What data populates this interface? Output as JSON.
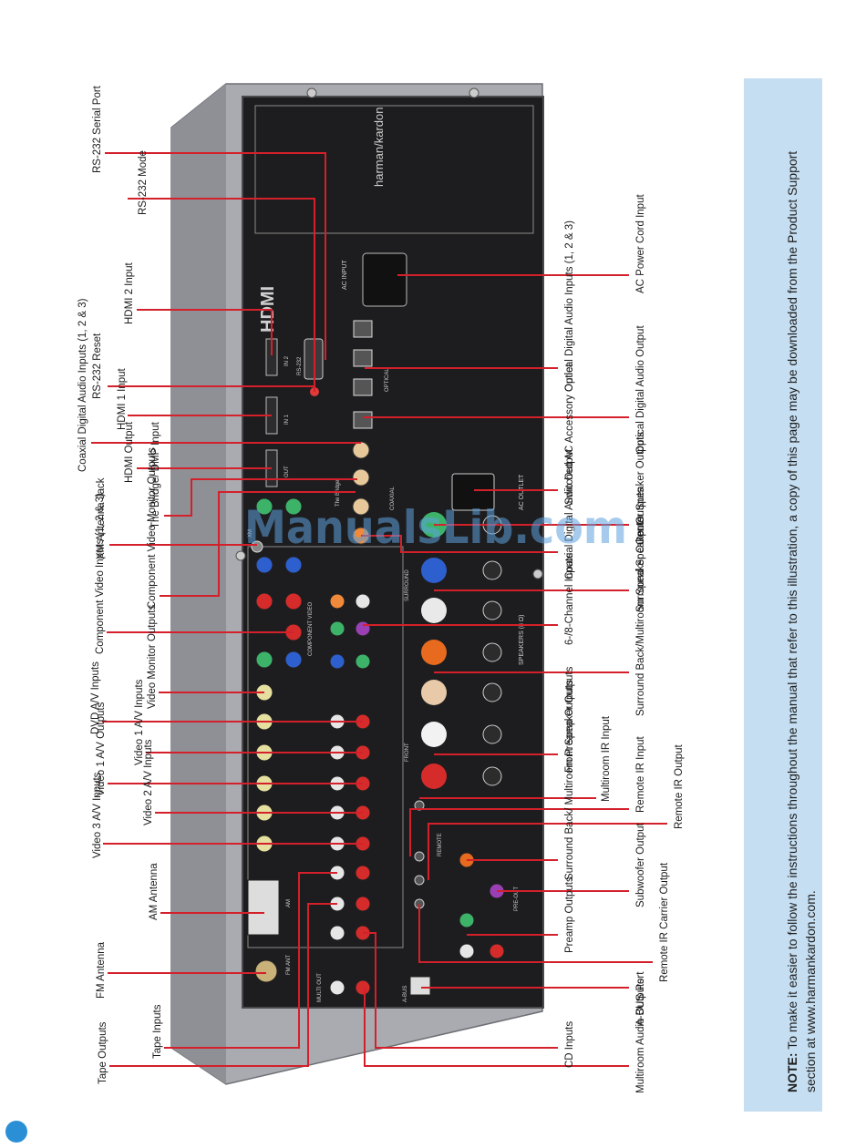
{
  "brand": {
    "name": "harman/kardon",
    "hdmi_logo": "HDMI"
  },
  "panel_markings": {
    "ac_outlet": "AC OUTLET",
    "speakers": "SPEAKERS (8 Ω)",
    "surround": "SURROUND",
    "front": "FRONT",
    "optical": "OPTICAL",
    "coaxial": "COAXIAL",
    "the_bridge": "The Bridge",
    "component_video": "COMPONENT VIDEO",
    "fm_ant": "FM ANT",
    "am": "AM",
    "a_bus": "A-BUS",
    "multi_out": "MULTI OUT",
    "rs232": "RS-232",
    "hdmi_in2": "IN 2",
    "hdmi_in1": "IN 1",
    "hdmi_out": "OUT",
    "ac_input": "AC INPUT",
    "remote": "REMOTE",
    "pre_out": "PRE-OUT",
    "xm": "XM"
  },
  "callouts": {
    "rs232_serial_port": "RS-232 Serial Port",
    "rs232_mode": "RS-232 Mode",
    "hdmi2_input": "HDMI 2 Input",
    "rs232_reset": "RS-232 Reset",
    "coaxial_digital_audio_inputs": "Coaxial Digital Audio Inputs (1, 2 & 3)",
    "hdmi1_input": "HDMI 1 Input",
    "hdmi_output": "HDMI Output",
    "bridge_dmp_input": "The Bridge/ DMP Input",
    "xm_antenna_jack": "XM Antenna Jack",
    "component_video_monitor_outputs": "Component Video Monitor Outputs",
    "component_video_inputs": "Component Video Inputs (1, 2 & 3)",
    "video_monitor_outputs": "Video Monitor Outputs",
    "dvd_av_inputs": "DVD A/V Inputs",
    "video1_av_inputs": "Video 1 A/V Inputs",
    "video1_av_outputs": "Video 1 A/V Outputs",
    "video2_av_inputs": "Video 2 A/V Inputs",
    "video3_av_inputs": "Video 3 A/V Inputs",
    "am_antenna": "AM Antenna",
    "fm_antenna": "FM Antenna",
    "tape_inputs": "Tape Inputs",
    "tape_outputs": "Tape Outputs",
    "ac_power_cord_input": "AC Power Cord Input",
    "optical_digital_audio_inputs": "Optical Digital Audio Inputs (1, 2 & 3)",
    "optical_digital_audio_output": "Optical Digital Audio Output",
    "switched_ac_accessory_outlet": "Switched AC Accessory Outlet",
    "center_speaker_outputs": "Center Speaker Outputs",
    "coaxial_digital_audio_output": "Coaxial Digital Audio Output",
    "surround_speaker_outputs": "Surround Speaker Outputs",
    "six_eight_channel_inputs": "6-/8-Channel Inputs",
    "surround_back_multiroom_speaker_outputs": "Surround Back/Multiroom Speaker Outputs",
    "front_speaker_outputs": "Front Speaker Outputs",
    "multiroom_ir_input": "Multiroom IR Input",
    "remote_ir_input": "Remote IR Input",
    "remote_ir_output": "Remote IR Output",
    "surround_back_multiroom_preamp_outputs": "Surround Back/ Multiroom Preamp Outputs",
    "subwoofer_output": "Subwoofer Output",
    "preamp_outputs": "Preamp Outputs",
    "remote_ir_carrier_output": "Remote IR Carrier Output",
    "a_bus_port": "A-BUS Port",
    "cd_inputs": "CD Inputs",
    "multiroom_audio_outputs": "Multiroom Audio Outputs"
  },
  "watermark": "ManualsLib.com",
  "note": {
    "label": "NOTE:",
    "text": "To make it easier to follow the instructions throughout the manual that refer to this illustration, a copy of this page may be downloaded from the Product Support section at www.harmankardon.com."
  },
  "colors": {
    "callout_line": "#d4202a",
    "panel": "#1d1d1f",
    "chassis": "#a9abb0",
    "note_bg": "#c5def1",
    "page_dot": "#2b8fd6"
  }
}
